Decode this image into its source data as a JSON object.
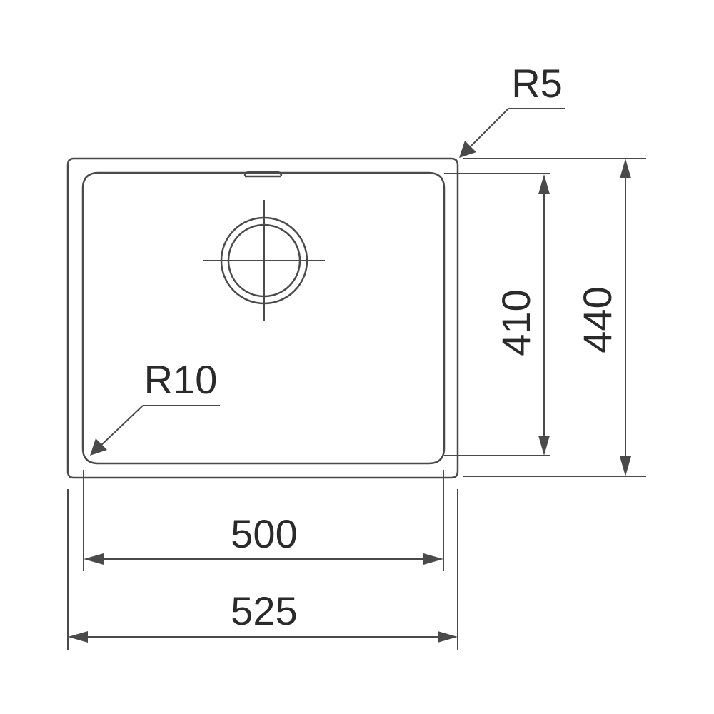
{
  "drawing": {
    "labels": {
      "outer_radius": "R5",
      "inner_radius": "R10",
      "inner_height": "410",
      "outer_height": "440",
      "inner_width": "500",
      "outer_width": "525"
    },
    "colors": {
      "line": "#4a4a4a",
      "text": "#2a2a2a",
      "background": "#ffffff"
    }
  }
}
